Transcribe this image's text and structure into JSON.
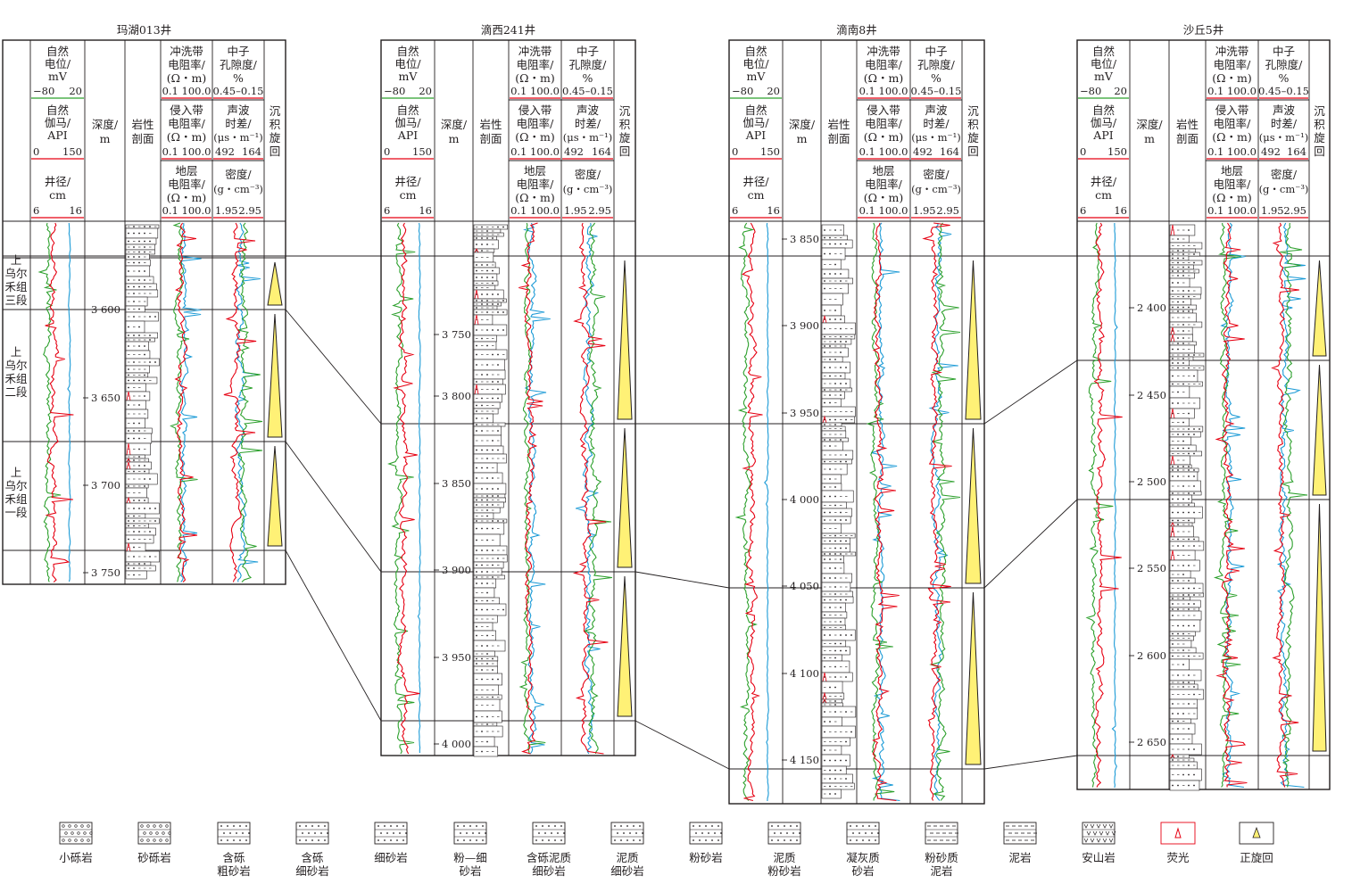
{
  "wells": [
    {
      "name": "玛湖013井",
      "depth_ticks": [
        "3 600",
        "3 650",
        "3 700",
        "3 750"
      ],
      "formations": [
        [
          "上",
          "乌尔",
          "禾组",
          "三段"
        ],
        [
          "上",
          "乌尔",
          "禾组",
          "二段"
        ],
        [
          "上",
          "乌尔",
          "禾组",
          "一段"
        ]
      ]
    },
    {
      "name": "滴西241井",
      "depth_ticks": [
        "3 750",
        "3 800",
        "3 850",
        "3 900",
        "3 950",
        "4 000"
      ]
    },
    {
      "name": "滴南8井",
      "depth_ticks": [
        "3 850",
        "3 900",
        "3 950",
        "4 000",
        "4 050",
        "4 100",
        "4 150"
      ]
    },
    {
      "name": "沙丘5井",
      "depth_ticks": [
        "2 400",
        "2 450",
        "2 500",
        "2 550",
        "2 600",
        "2 650"
      ]
    }
  ],
  "header": {
    "sp": {
      "lines": [
        "自然",
        "电位/",
        "mV"
      ],
      "min": "−80",
      "max": "20"
    },
    "gr": {
      "lines": [
        "自然",
        "伽马/",
        "API"
      ],
      "min": "0",
      "max": "150"
    },
    "cal": {
      "lines": [
        "井径/",
        "cm"
      ],
      "min": "6",
      "max": "16"
    },
    "depth": [
      "深度/",
      "m"
    ],
    "lith": [
      "岩性",
      "剖面"
    ],
    "rxo": {
      "lines": [
        "冲洗带",
        "电阻率/",
        "(Ω・m)"
      ],
      "scale": "0.1 100.0"
    },
    "ri": {
      "lines": [
        "侵入带",
        "电阻率/",
        "(Ω・m)"
      ],
      "scale": "0.1 100.0"
    },
    "rt": {
      "lines": [
        "地层",
        "电阻率/",
        "(Ω・m)"
      ],
      "scale": "0.1 100.0"
    },
    "cnl": {
      "lines": [
        "中子",
        "孔隙度/",
        "%"
      ],
      "scale": "0.45–0.15"
    },
    "ac": {
      "lines": [
        "声波",
        "时差/",
        "(μs・m⁻¹)"
      ],
      "min": "492",
      "max": "164"
    },
    "den": {
      "lines": [
        "密度/",
        "(g・cm⁻³)"
      ],
      "min": "1.95",
      "max": "2.95"
    },
    "cycle": [
      "沉",
      "积",
      "旋",
      "回"
    ]
  },
  "legend": [
    {
      "label": [
        "小砾岩"
      ],
      "icon": "small-conglomerate-icon"
    },
    {
      "label": [
        "砂砾岩"
      ],
      "icon": "glutenite-icon"
    },
    {
      "label": [
        "含砾",
        "粗砂岩"
      ],
      "icon": "pebbly-coarse-sandstone-icon"
    },
    {
      "label": [
        "含砾",
        "细砂岩"
      ],
      "icon": "pebbly-fine-sandstone-icon"
    },
    {
      "label": [
        "细砂岩"
      ],
      "icon": "fine-sandstone-icon"
    },
    {
      "label": [
        "粉—细",
        "砂岩"
      ],
      "icon": "silty-fine-sandstone-icon"
    },
    {
      "label": [
        "含砾泥质",
        "细砂岩"
      ],
      "icon": "pebbly-argillaceous-fine-sandstone-icon"
    },
    {
      "label": [
        "泥质",
        "细砂岩"
      ],
      "icon": "argillaceous-fine-sandstone-icon"
    },
    {
      "label": [
        "粉砂岩"
      ],
      "icon": "siltstone-icon"
    },
    {
      "label": [
        "泥质",
        "粉砂岩"
      ],
      "icon": "argillaceous-siltstone-icon"
    },
    {
      "label": [
        "凝灰质",
        "砂岩"
      ],
      "icon": "tuffaceous-sandstone-icon"
    },
    {
      "label": [
        "粉砂质",
        "泥岩"
      ],
      "icon": "silty-mudstone-icon"
    },
    {
      "label": [
        "泥岩"
      ],
      "icon": "mudstone-icon"
    },
    {
      "label": [
        "安山岩"
      ],
      "icon": "andesite-icon"
    },
    {
      "label": [
        "荧光"
      ],
      "icon": "fluorescence-icon"
    },
    {
      "label": [
        "正旋回"
      ],
      "icon": "positive-cycle-icon"
    }
  ],
  "colors": {
    "sp": "#2ca02c",
    "gr": "#e60012",
    "cal": "#1a9ad6",
    "cycle_fill": "#fff176",
    "ink": "#231f20"
  }
}
